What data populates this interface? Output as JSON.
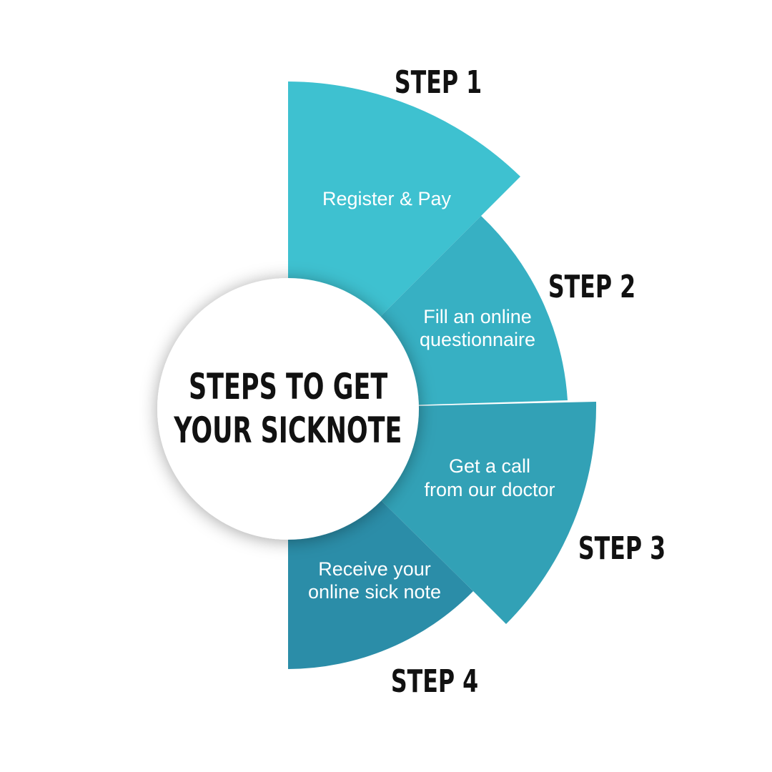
{
  "title_lines": [
    "STEPS TO GET",
    "YOUR SICKNOTE"
  ],
  "steps": [
    {
      "label": "STEP 1",
      "text": [
        "Register & Pay"
      ],
      "color": "#3ec1d0"
    },
    {
      "label": "STEP 2",
      "text": [
        "Fill an online",
        "questionnaire"
      ],
      "color": "#37b0c3"
    },
    {
      "label": "STEP 3",
      "text": [
        "Get a call",
        "from our doctor"
      ],
      "color": "#32a1b6"
    },
    {
      "label": "STEP 4",
      "text": [
        "Receive your",
        "online sick note"
      ],
      "color": "#2b8da8"
    }
  ],
  "colors": {
    "center_fill": "#ffffff",
    "label_text": "#111111",
    "segment_text": "#ffffff"
  }
}
